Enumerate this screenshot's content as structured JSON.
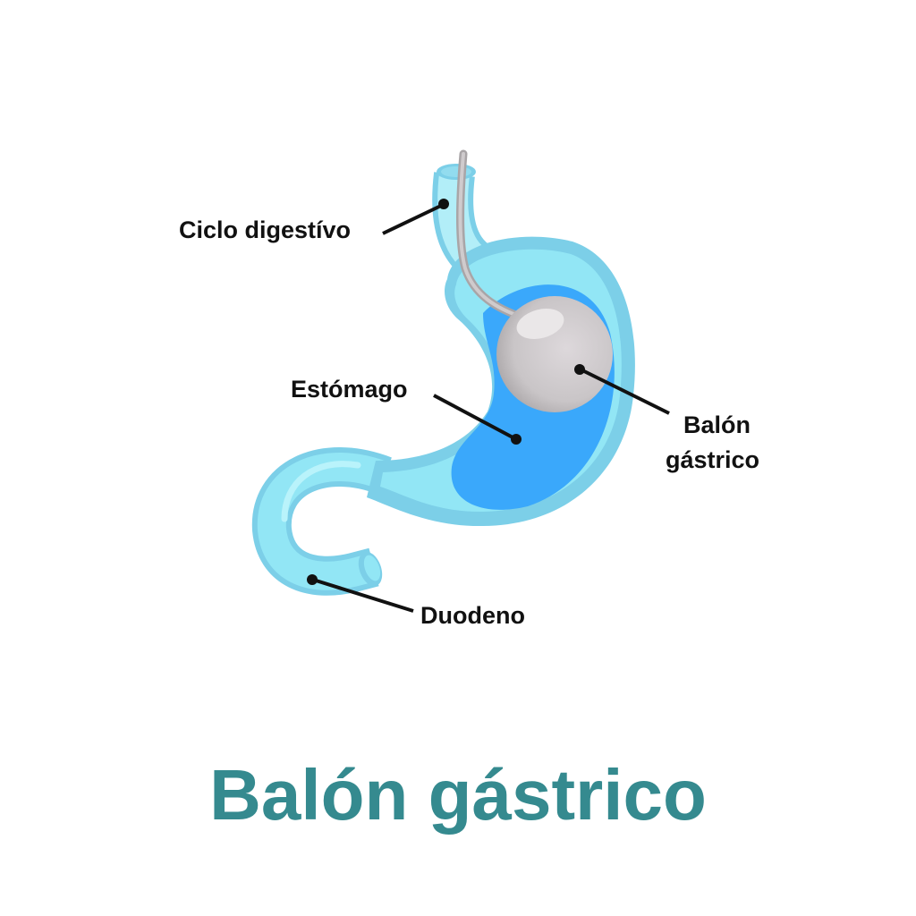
{
  "labels": {
    "esophagus": "Ciclo digestívo",
    "stomach": "Estómago",
    "balloon_line1": "Balón",
    "balloon_line2": "gástrico",
    "duodenum": "Duodeno"
  },
  "title": "Balón gástrico",
  "colors": {
    "title": "#358a8f",
    "stomach_light": "#92e6f5",
    "stomach_edge": "#7ccfe8",
    "stomach_contents": "#3aa8fb",
    "balloon": "#cfcbcd"
  }
}
